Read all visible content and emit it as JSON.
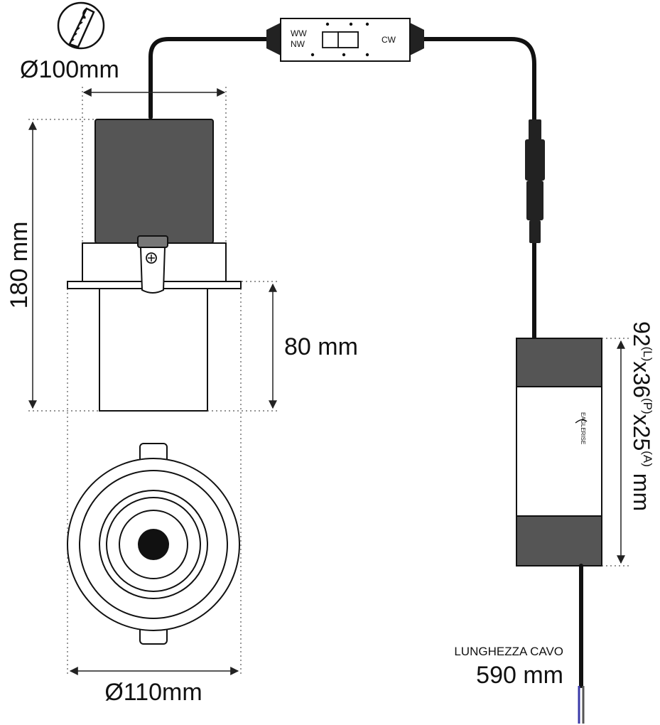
{
  "dimensions": {
    "cutout": "Ø100mm",
    "height": "180 mm",
    "trim_depth": "80 mm",
    "diameter": "Ø110mm",
    "driver_size": {
      "l": "92",
      "l_sup": "(L)",
      "x1": "x",
      "p": "36",
      "p_sup": "(P)",
      "x2": "x",
      "a": "25",
      "a_sup": "(A)",
      "unit": " mm"
    }
  },
  "switch": {
    "label_ww": "WW",
    "label_nw": "NW",
    "label_cw": "CW"
  },
  "driver": {
    "brand": "EAGLERISE"
  },
  "cable": {
    "caption": "LUNGHEZZA CAVO",
    "length": "590 mm"
  },
  "icons": [
    "saw-icon"
  ]
}
